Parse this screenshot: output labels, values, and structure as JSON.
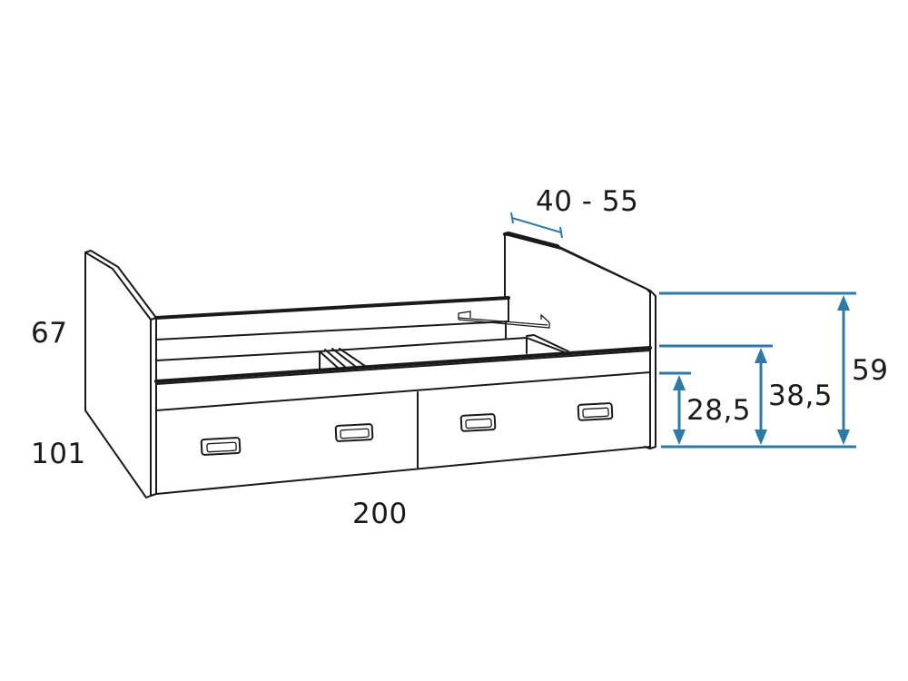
{
  "diagram": {
    "type": "furniture-dimension-drawing",
    "subject": "bed with two drawers",
    "line_color": "#1a1a1a",
    "dimension_color": "#2b7aa8",
    "dimensions": {
      "headboard_height": "67",
      "depth": "101",
      "length": "200",
      "mattress_thickness_range": "40 - 55",
      "total_height": "59",
      "frame_top_height": "38,5",
      "drawer_top_height": "28,5"
    }
  }
}
